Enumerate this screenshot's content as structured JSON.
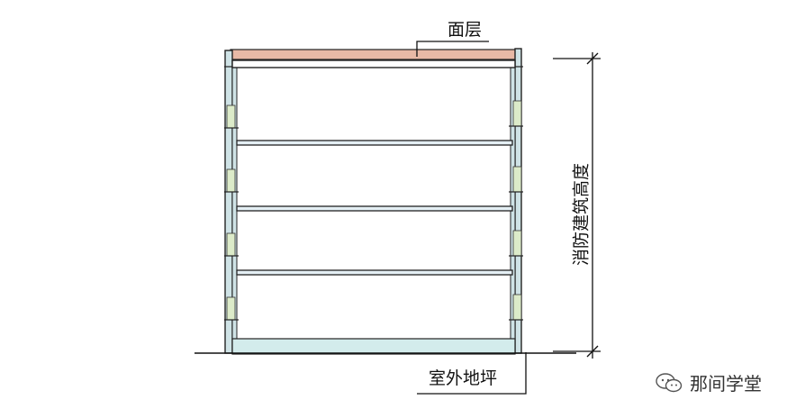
{
  "labels": {
    "roof_layer": "面层",
    "outdoor_ground": "室外地坪",
    "fire_building_height": "消防建筑高度"
  },
  "watermark": {
    "icon": "wechat-icon",
    "text": "那间学堂"
  },
  "colors": {
    "roof_layer": "#e8b9a6",
    "ground_slab": "#d3ecec",
    "column_highlight": "#dcebc9",
    "wall": "#cfe3e6",
    "line": "#111111"
  }
}
